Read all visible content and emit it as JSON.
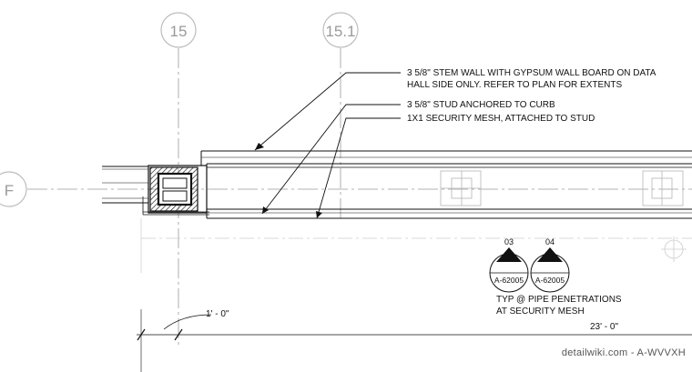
{
  "grid": {
    "col_15": "15",
    "col_15_1": "15.1",
    "row_f": "F"
  },
  "notes": {
    "stem_wall_line1": "3 5/8\" STEM WALL WITH GYPSUM WALL BOARD ON DATA",
    "stem_wall_line2": "HALL SIDE ONLY. REFER TO PLAN FOR EXTENTS",
    "stud": "3 5/8\" STUD ANCHORED TO CURB",
    "mesh": "1X1 SECURITY MESH, ATTACHED TO STUD"
  },
  "callouts": [
    {
      "number": "03",
      "sheet": "A-62005"
    },
    {
      "number": "04",
      "sheet": "A-62005"
    }
  ],
  "callout_note": {
    "line1": "TYP @ PIPE PENETRATIONS",
    "line2": "AT SECURITY MESH"
  },
  "dimensions": {
    "offset": "1' - 0\"",
    "length": "23' - 0\""
  },
  "watermark": "detailwiki.com - A-WVVXH",
  "colors": {
    "line": "#111111",
    "grid": "#9a9a9a",
    "grid_bubble": "#bdbdbd",
    "hidden": "#b5b5b5"
  }
}
